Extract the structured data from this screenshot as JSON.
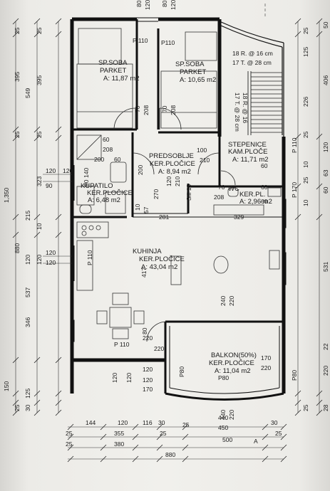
{
  "rooms": [
    {
      "name": "SP.SOBA",
      "floor": "PARKET",
      "area": "A: 11,87 m2"
    },
    {
      "name": "SP.SOBA",
      "floor": "PARKET",
      "area": "A: 10,65 m2"
    },
    {
      "name": "PREDSOBLJE",
      "floor": "KER.PLOČICE",
      "area": "A: 8,94 m2"
    },
    {
      "name": "STEPENICE",
      "floor": "KAM.PLOČE",
      "area": "A: 11,71 m2"
    },
    {
      "name": "KUPATILO",
      "floor": "KER.PLOČICE",
      "area": "A: 6,48 m2"
    },
    {
      "name": "WC",
      "floor": "KER.PL.",
      "area": "A: 2,96 m2"
    },
    {
      "name": "KUHINJA",
      "floor": "KER.PLOČICE",
      "area": "A: 43,04 m2"
    },
    {
      "name": "BALKON(50%)",
      "floor": "KER.PLOČICE",
      "area": "A: 11,04 m2"
    }
  ],
  "stairs": {
    "risers": "18 R. @ 16 cm",
    "treads": "17 T. @ 28 cm",
    "risers_v": "18 R. @ 16",
    "treads_v": "17 T. @ 28 cm"
  },
  "labels": {
    "p110_a": "P 110",
    "p110_b": "P110",
    "p110_c": "P 110",
    "p110_d": "P 110",
    "p110_e": "P 110",
    "p170": "P 170",
    "p80_a": "P80",
    "p80_b": "P80",
    "p80_c": "P80",
    "sill": "Sill 10",
    "mark_a": "A"
  },
  "dims_top": [
    "80",
    "120",
    "80",
    "120"
  ],
  "dims_left_outer": [
    "25",
    "395",
    "25",
    "1,350",
    "880",
    "150",
    "25"
  ],
  "dims_left_inner": [
    "549",
    "25",
    "323",
    "90",
    "215",
    "10",
    "120",
    "537",
    "346",
    "125",
    "30"
  ],
  "dims_left_small": [
    "25",
    "395",
    "120",
    "120",
    "120",
    "120"
  ],
  "dims_right_outer": [
    "50",
    "406",
    "120",
    "63",
    "60",
    "531",
    "22",
    "220",
    "28"
  ],
  "dims_right_inner": [
    "25",
    "125",
    "226",
    "25",
    "10",
    "25",
    "10",
    "25"
  ],
  "dims_interior": [
    "60",
    "208",
    "200",
    "60",
    "120",
    "140",
    "90",
    "70",
    "208",
    "70",
    "208",
    "100",
    "210",
    "60",
    "70",
    "60",
    "208",
    "210",
    "120",
    "60",
    "57",
    "281",
    "329",
    "10",
    "417",
    "240",
    "220",
    "220",
    "220",
    "170",
    "80",
    "220",
    "120",
    "120",
    "170",
    "440",
    "220",
    "120",
    "120",
    "200",
    "270"
  ],
  "dims_bottom": [
    [
      "144",
      "120",
      "116",
      "30",
      "30"
    ],
    [
      "25",
      "355",
      "25",
      "450",
      "25"
    ],
    [
      "380",
      "500"
    ],
    [
      "880"
    ]
  ],
  "dims_bottom_extra": [
    "440",
    "25",
    "25"
  ]
}
